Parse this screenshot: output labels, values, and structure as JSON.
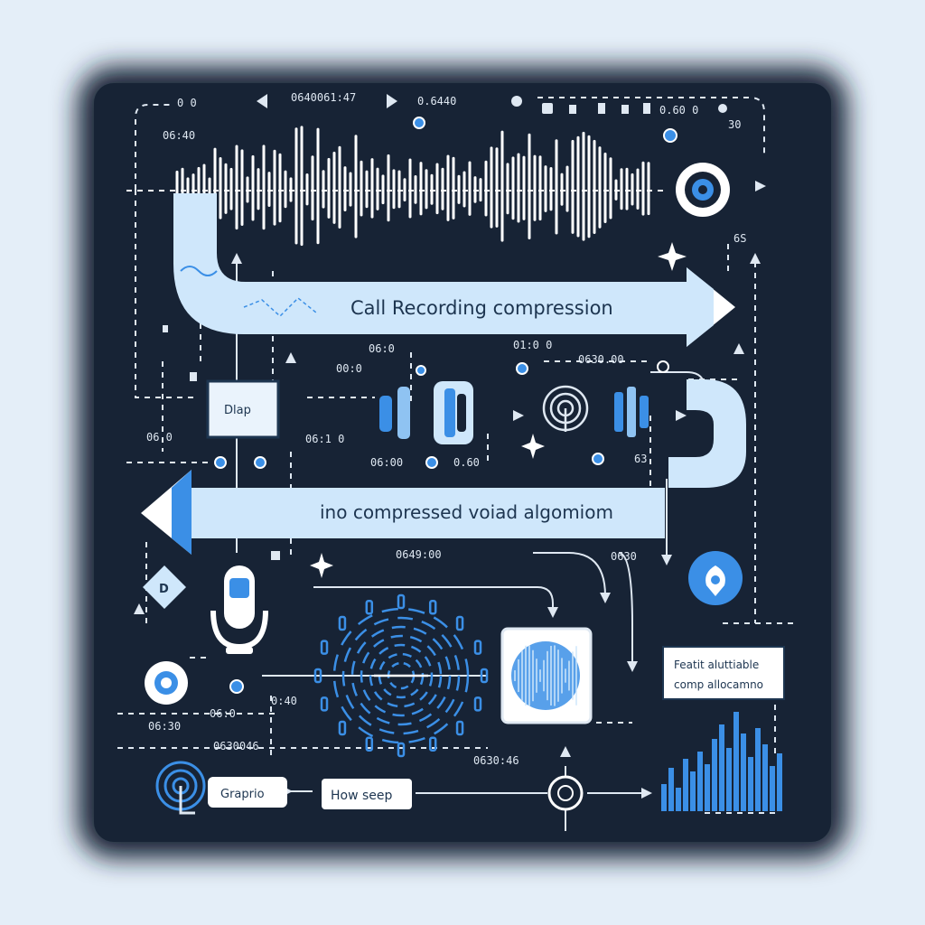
{
  "colors": {
    "background": "#e4eef8",
    "panel": "#172335",
    "wave": "#ffffff",
    "band": "#cfe7fb",
    "accent": "#3b8fe6",
    "line": "#dfe8f2",
    "label_text": "#1d3550"
  },
  "bands": {
    "top_label": "Call Recording compression",
    "middle_label": "ino compressed voiad algomiom"
  },
  "boxes": {
    "dlap": "Dlap",
    "graprio": "Graprio",
    "how_seep": "How seep",
    "feature_line1": "Featit aluttiable",
    "feature_line2": "comp allocamno"
  },
  "readouts": {
    "r1": "0 0",
    "r2": "0640061:47",
    "r3": "0.6440",
    "r4": "0.60 0",
    "r5": "30",
    "r6": "06:40",
    "r7": "6S",
    "r8": "06:0",
    "r9": "01:0 0",
    "r10": "0630.00",
    "r11": "00:0",
    "r12": "06 0",
    "r13": "06:1 0",
    "r14": "06:00",
    "r15": "0.60",
    "r16": "63",
    "r17": "0649:00",
    "r18": "0630",
    "r19": "0:40",
    "r20": "06:0",
    "r21": "06:30",
    "r22": "0630046",
    "r23": "0630:46"
  },
  "icons": {
    "microphone": "microphone-icon",
    "fingerprint": "fingerprint-icon",
    "target": "target-icon",
    "location": "location-pin-icon",
    "sparkle": "sparkle-icon",
    "arrow": "arrow-icon",
    "bars": "bar-chart-icon"
  }
}
